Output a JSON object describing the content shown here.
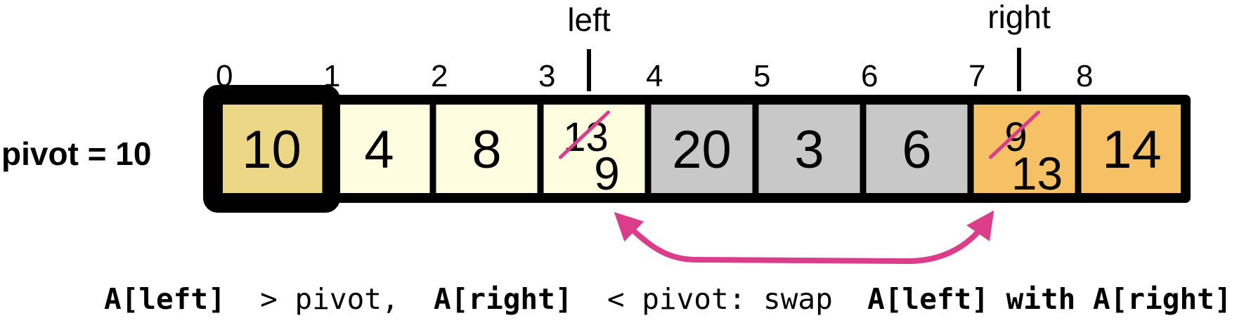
{
  "pivot_label": "pivot = 10",
  "pointers": {
    "left": "left",
    "right": "right"
  },
  "cells": [
    {
      "index": "0",
      "value": "10",
      "fill": "#ecd787"
    },
    {
      "index": "1",
      "value": "4",
      "fill": "#fffde0"
    },
    {
      "index": "2",
      "value": "8",
      "fill": "#fffde0"
    },
    {
      "index": "3",
      "old_value": "13",
      "value": "9",
      "fill": "#fffde0"
    },
    {
      "index": "4",
      "value": "20",
      "fill": "#c8c8c8"
    },
    {
      "index": "5",
      "value": "3",
      "fill": "#c8c8c8"
    },
    {
      "index": "6",
      "value": "6",
      "fill": "#c8c8c8"
    },
    {
      "index": "7",
      "old_value": "9",
      "value": "13",
      "fill": "#f6c164"
    },
    {
      "index": "8",
      "value": "14",
      "fill": "#f6c164"
    }
  ],
  "caption": {
    "p1": "A[left]",
    "p2": " > pivot, ",
    "p3": "A[right]",
    "p4": " < pivot: swap ",
    "p5": "A[left] with A[right]"
  },
  "colors": {
    "border": "#000000",
    "strike": "#dc3d8b",
    "arrow": "#dc3d8b"
  }
}
